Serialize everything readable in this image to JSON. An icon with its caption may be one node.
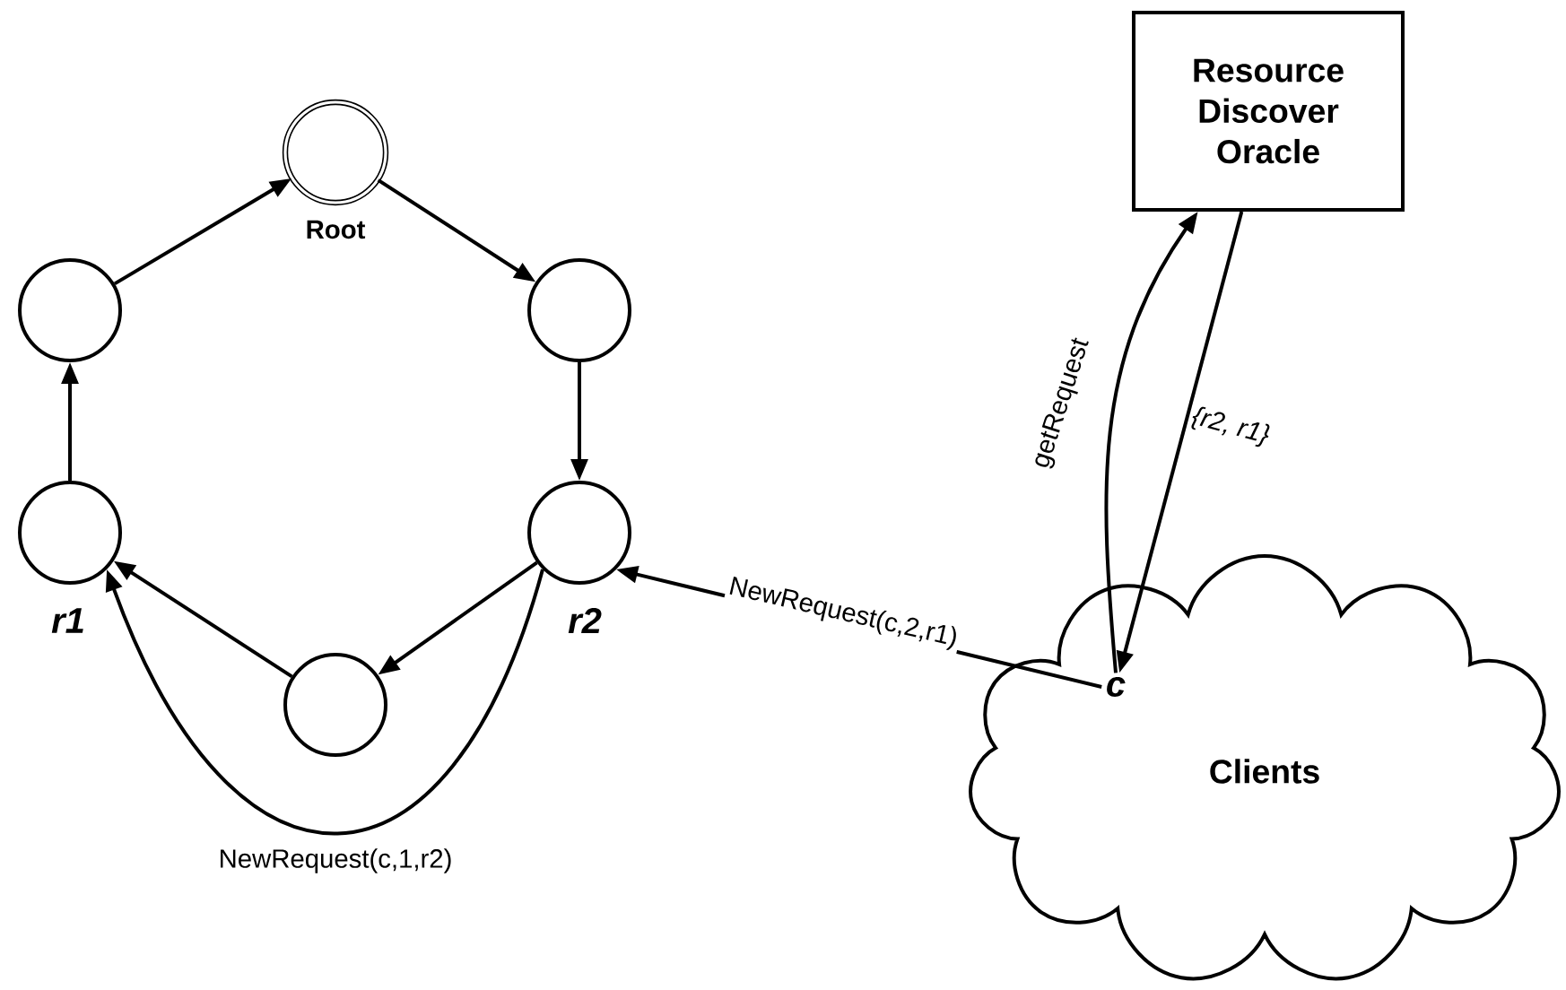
{
  "diagram": {
    "nodes": [
      {
        "text": [],
        "shape": "circle",
        "beside": [
          "Root"
        ]
      },
      {
        "text": [],
        "shape": "circle"
      },
      {
        "text": [],
        "shape": "circle",
        "beside": [
          "r2"
        ]
      },
      {
        "text": [],
        "shape": "circle"
      },
      {
        "text": [],
        "shape": "circle",
        "beside": [
          "r1"
        ]
      },
      {
        "text": [],
        "shape": "circle"
      },
      {
        "text": [
          "Resource Discover Oracle"
        ]
      },
      {
        "text": [
          "Clients"
        ]
      },
      {
        "text": [
          "c"
        ],
        "in": 7
      }
    ],
    "edges": [
      {
        "from": 5,
        "to": 0,
        "arrow": "to"
      },
      {
        "from": 0,
        "to": 1,
        "arrow": "to"
      },
      {
        "from": 1,
        "to": 2,
        "arrow": "to"
      },
      {
        "from": 2,
        "to": 3,
        "arrow": "to"
      },
      {
        "from": 3,
        "to": 4,
        "arrow": "to"
      },
      {
        "from": 4,
        "to": 5,
        "arrow": "to"
      },
      {
        "from": 8,
        "to": 6,
        "arrow": "to",
        "label": "getRequest"
      },
      {
        "from": 6,
        "to": 8,
        "arrow": "to",
        "label": "{r2, r1}"
      },
      {
        "from": 8,
        "to": 2,
        "arrow": "to",
        "label": "NewRequest(c,2,r1)"
      },
      {
        "from": 2,
        "to": 4,
        "arrow": "to",
        "label": "NewRequest(c,1,r2)"
      }
    ]
  }
}
